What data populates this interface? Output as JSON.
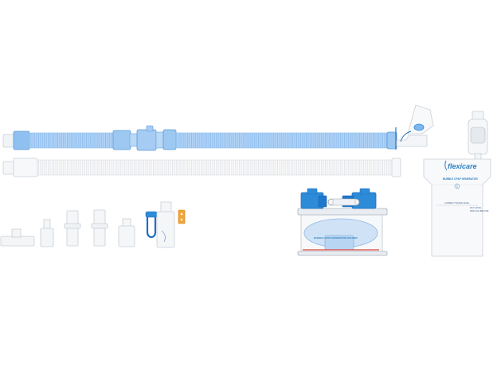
{
  "product_image": {
    "brand_logo_text": "flexicare",
    "jar_label_title": "BUBBLE CPAP GENERATOR",
    "jar_label_number": "1",
    "jar_fill_line_text": "CORRECT WATER LEVEL",
    "jar_side_text_1": "MAX LEVEL",
    "jar_side_text_2": "REPLACE BEFORE",
    "tray_label_text": "BUBBLE CPAP GENERATOR HOLDER"
  },
  "colors": {
    "blue_tube": "#a9cdf3",
    "blue_tube_dark": "#6fa6e0",
    "blue_part": "#2e8bd8",
    "clear_part": "#f4f6f8",
    "outline": "#c9cfd6",
    "accent_orange": "#f2a33a",
    "accent_red": "#d9453d"
  }
}
